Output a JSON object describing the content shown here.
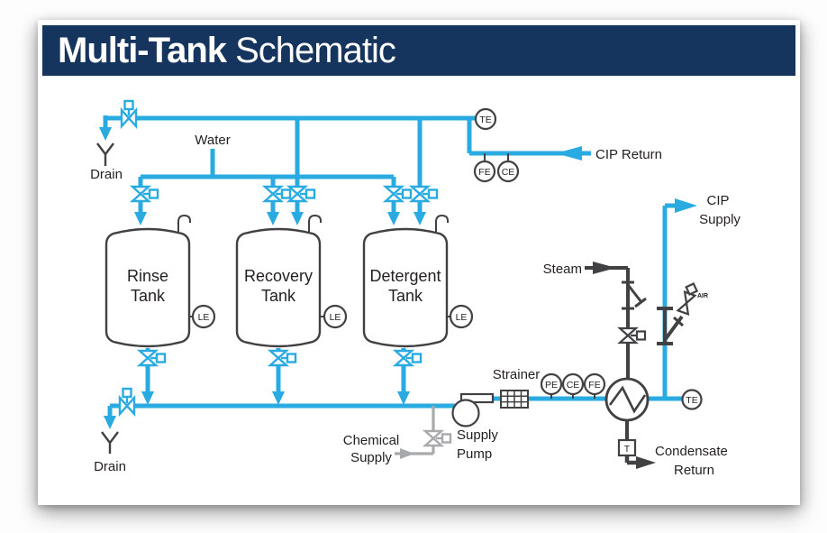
{
  "header": {
    "title_bold": "Multi-Tank",
    "title_regular": " Schematic",
    "bg_color": "#16355E",
    "text_color": "#FFFFFF"
  },
  "colors": {
    "process_line_blue": "#29ABE2",
    "steam_line_black": "#414042",
    "chemical_line_gray": "#A7A9AC",
    "label_text": "#231F20"
  },
  "labels": {
    "water": "Water",
    "drain_top": "Drain",
    "drain_bottom": "Drain",
    "cip_return": "CIP Return",
    "cip_supply_line1": "CIP",
    "cip_supply_line2": "Supply",
    "steam": "Steam",
    "strainer": "Strainer",
    "chemical_supply_line1": "Chemical",
    "chemical_supply_line2": "Supply",
    "supply_pump_line1": "Supply",
    "supply_pump_line2": "Pump",
    "condensate_line1": "Condensate",
    "condensate_line2": "Return",
    "air_valve": "AIR"
  },
  "tanks": [
    {
      "line1": "Rinse",
      "line2": "Tank",
      "level_sensor": "LE"
    },
    {
      "line1": "Recovery",
      "line2": "Tank",
      "level_sensor": "LE"
    },
    {
      "line1": "Detergent",
      "line2": "Tank",
      "level_sensor": "LE"
    }
  ],
  "instruments": {
    "te_top": "TE",
    "fe_return": "FE",
    "ce_return": "CE",
    "pe_discharge": "PE",
    "ce_discharge": "CE",
    "fe_discharge": "FE",
    "te_outlet": "TE",
    "t_condensate": "T"
  }
}
